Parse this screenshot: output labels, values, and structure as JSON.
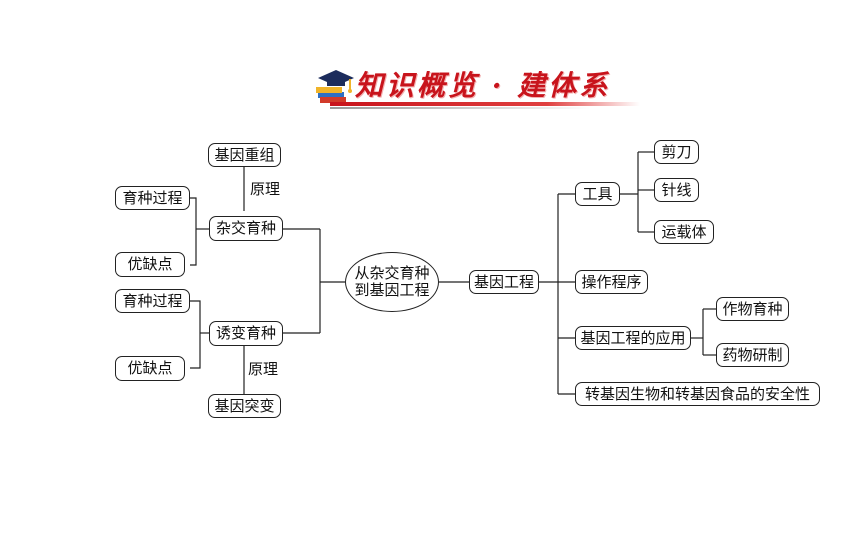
{
  "title": "知识概览 · 建体系",
  "colors": {
    "title": "#c8141c",
    "line": "#222222"
  },
  "icons": {
    "banner": "graduation-cap-books-icon"
  },
  "center": {
    "line1": "从杂交育种",
    "line2": "到基因工程"
  },
  "left": {
    "hybrid": {
      "label": "杂交育种",
      "principle_node": "基因重组",
      "principle_label": "原理",
      "process": "育种过程",
      "proscons": "优缺点"
    },
    "mutation": {
      "label": "诱变育种",
      "principle_node": "基因突变",
      "principle_label": "原理",
      "process": "育种过程",
      "proscons": "优缺点"
    }
  },
  "right": {
    "root": "基因工程",
    "tools": {
      "label": "工具",
      "items": [
        "剪刀",
        "针线",
        "运载体"
      ]
    },
    "procedure": "操作程序",
    "application": {
      "label": "基因工程的应用",
      "items": [
        "作物育种",
        "药物研制"
      ]
    },
    "safety": "转基因生物和转基因食品的安全性"
  }
}
